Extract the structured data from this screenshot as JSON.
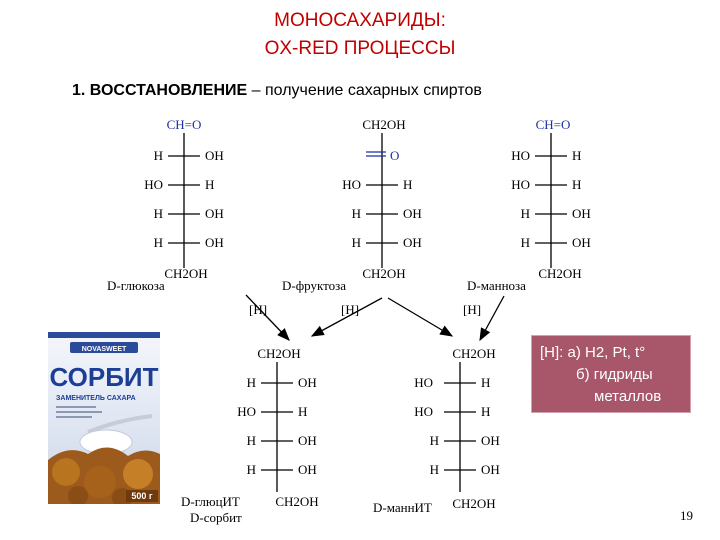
{
  "title": {
    "line1": "МОНОСАХАРИДЫ:",
    "line2": "OX-RED ПРОЦЕССЫ"
  },
  "subtitle": {
    "bold": "1. ВОССТАНОВЛЕНИЕ",
    "rest": " – получение сахарных спиртов"
  },
  "top_molecules": {
    "glucose": {
      "top": "CH=O",
      "rows": [
        [
          "H",
          "OH"
        ],
        [
          "HO",
          "H"
        ],
        [
          "H",
          "OH"
        ],
        [
          "H",
          "OH"
        ]
      ],
      "bottom": "CH2OH",
      "name": "D-глюкоза"
    },
    "fructose": {
      "top": "CH2OH",
      "keto": "O",
      "rows": [
        [
          "HO",
          "H"
        ],
        [
          "H",
          "OH"
        ],
        [
          "H",
          "OH"
        ]
      ],
      "bottom": "CH2OH",
      "name": "D-фруктоза"
    },
    "mannose": {
      "top": "CH=O",
      "rows": [
        [
          "HO",
          "H"
        ],
        [
          "HO",
          "H"
        ],
        [
          "H",
          "OH"
        ],
        [
          "H",
          "OH"
        ]
      ],
      "bottom": "CH2OH",
      "name": "D-манноза"
    }
  },
  "arrows": {
    "left": "[H]",
    "middle": "[H]",
    "right": "[H]"
  },
  "bottom_molecules": {
    "glucitol": {
      "top": "CH2OH",
      "rows": [
        [
          "H",
          "OH"
        ],
        [
          "HO",
          "H"
        ],
        [
          "H",
          "OH"
        ],
        [
          "H",
          "OH"
        ]
      ],
      "bottom": "CH2OH",
      "name_prefix": "D-глюц",
      "name_suffix": "ИТ",
      "alt_name": "D-сорбит"
    },
    "mannitol": {
      "top": "CH2OH",
      "rows": [
        [
          "HO",
          "H"
        ],
        [
          "HO",
          "H"
        ],
        [
          "H",
          "OH"
        ],
        [
          "H",
          "OH"
        ]
      ],
      "bottom": "CH2OH",
      "name_prefix": "D-манн",
      "name_suffix": "ИТ"
    }
  },
  "note": {
    "line1": "[H]: а) H2, Pt, t°",
    "line2": "б) гидриды",
    "line3": "металлов"
  },
  "product_box": {
    "brand": "NOVASWEET",
    "name": "СОРБИТ",
    "tagline": "ЗАМЕНИТЕЛЬ САХАРА",
    "weight": "500 г"
  },
  "page_number": "19",
  "colors": {
    "title": "#c00000",
    "formula_blue": "#1f2fa3",
    "note_bg": "#a8566a"
  }
}
